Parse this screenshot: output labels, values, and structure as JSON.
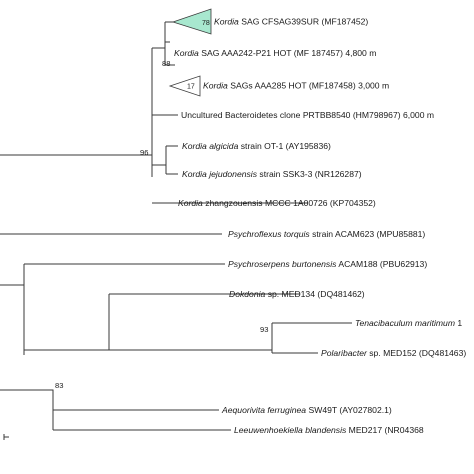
{
  "tree": {
    "taxa": [
      {
        "id": "t1",
        "name_italic": "Kordia",
        "name_rest": " SAG CFSAG39SUR  (MF187452)",
        "collapsed_count": "78",
        "collapsed_fill": "#a8e8cf"
      },
      {
        "id": "t2",
        "name_italic": "Kordia",
        "name_rest": " SAG AAA242-P21 HOT (MF 187457) 4,800 m"
      },
      {
        "id": "t3",
        "name_italic": "Kordia",
        "name_rest": " SAGs AAA285 HOT (MF187458) 3,000 m",
        "collapsed_count": "17",
        "collapsed_fill": "#ffffff"
      },
      {
        "id": "t4",
        "name_italic": "",
        "name_rest": "Uncultured Bacteroidetes clone PRTBB8540 (HM798967) 6,000 m"
      },
      {
        "id": "t5",
        "name_italic": "Kordia algicida",
        "name_rest": " strain OT-1 (AY195836)"
      },
      {
        "id": "t6",
        "name_italic": "Kordia jejudonensis",
        "name_rest": " strain SSK3-3 (NR126287)"
      },
      {
        "id": "t7",
        "name_italic": "Kordia",
        "name_rest": " zhangzouensis MCCC 1A00726 (KP704352)"
      },
      {
        "id": "t8",
        "name_italic": "Psychroflexus torquis",
        "name_rest": " strain ACAM623 (MPU85881)"
      },
      {
        "id": "t9",
        "name_italic": "Psychroserpens burtonensis",
        "name_rest": " ACAM188 (PBU62913)"
      },
      {
        "id": "t10",
        "name_italic": "Dokdonia",
        "name_rest": " sp. MED134 (DQ481462)"
      },
      {
        "id": "t11",
        "name_italic": "Tenacibaculum maritimum",
        "name_rest": " 1"
      },
      {
        "id": "t12",
        "name_italic": "Polaribacter",
        "name_rest": " sp. MED152 (DQ481463)"
      },
      {
        "id": "t13",
        "name_italic": "Aequorivita ferruginea",
        "name_rest": " SW49T (AY027802.1)"
      },
      {
        "id": "t14",
        "name_italic": "Leeuwenhoekiella blandensis",
        "name_rest": " MED217 (NR04368"
      }
    ],
    "bootstrap": [
      {
        "id": "b88",
        "value": "88"
      },
      {
        "id": "b96",
        "value": "96"
      },
      {
        "id": "b93",
        "value": "93"
      },
      {
        "id": "b83",
        "value": "83"
      }
    ],
    "colors": {
      "branch": "#3a3a3a",
      "text": "#1a1a1a"
    }
  }
}
